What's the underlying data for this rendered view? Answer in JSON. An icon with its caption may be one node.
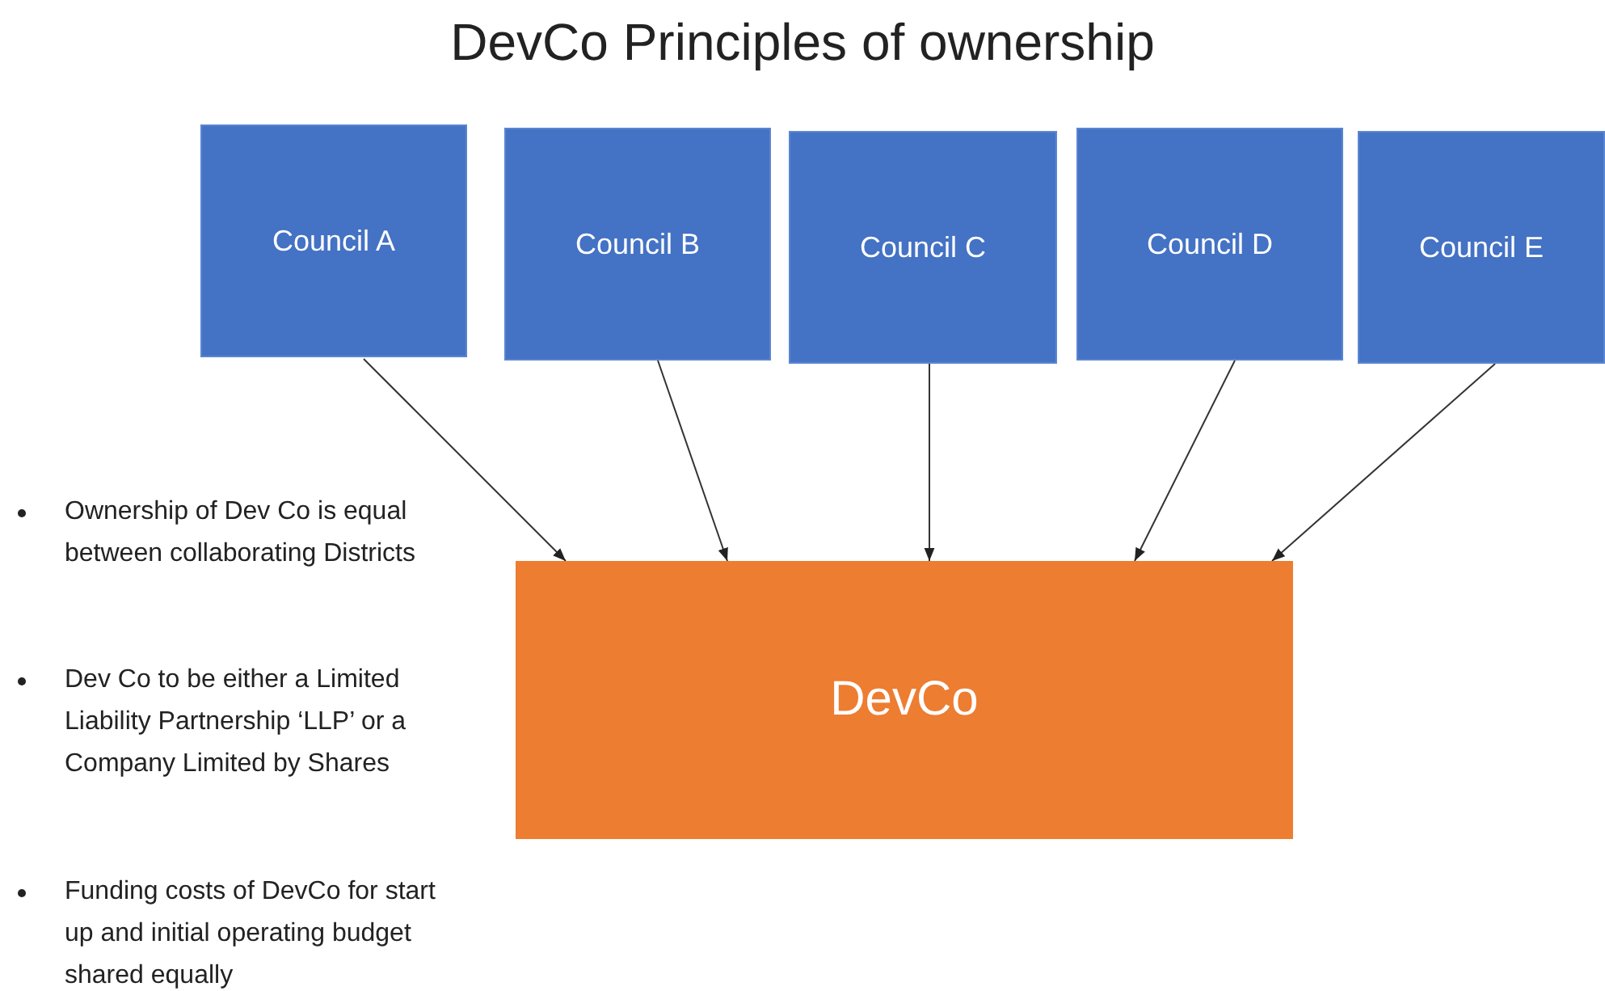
{
  "diagram": {
    "title": "DevCo Principles of ownership",
    "nodes": [
      {
        "text": [
          "Council A"
        ]
      },
      {
        "text": [
          "Council B"
        ]
      },
      {
        "text": [
          "Council C"
        ]
      },
      {
        "text": [
          "Council D"
        ]
      },
      {
        "text": [
          "Council E"
        ]
      },
      {
        "text": [
          "DevCo"
        ]
      }
    ],
    "edges": [
      {
        "from": 0,
        "to": 5,
        "arrow": "to"
      },
      {
        "from": 1,
        "to": 5,
        "arrow": "to"
      },
      {
        "from": 2,
        "to": 5,
        "arrow": "to"
      },
      {
        "from": 3,
        "to": 5,
        "arrow": "to"
      },
      {
        "from": 4,
        "to": 5,
        "arrow": "to"
      }
    ],
    "labels": [
      "Ownership of Dev Co is equal between collaborating Districts",
      "Dev Co to be either a Limited Liability Partnership ‘LLP’ or a Company Limited by Shares",
      "Funding costs of DevCo for start up and initial operating budget shared equally"
    ]
  }
}
